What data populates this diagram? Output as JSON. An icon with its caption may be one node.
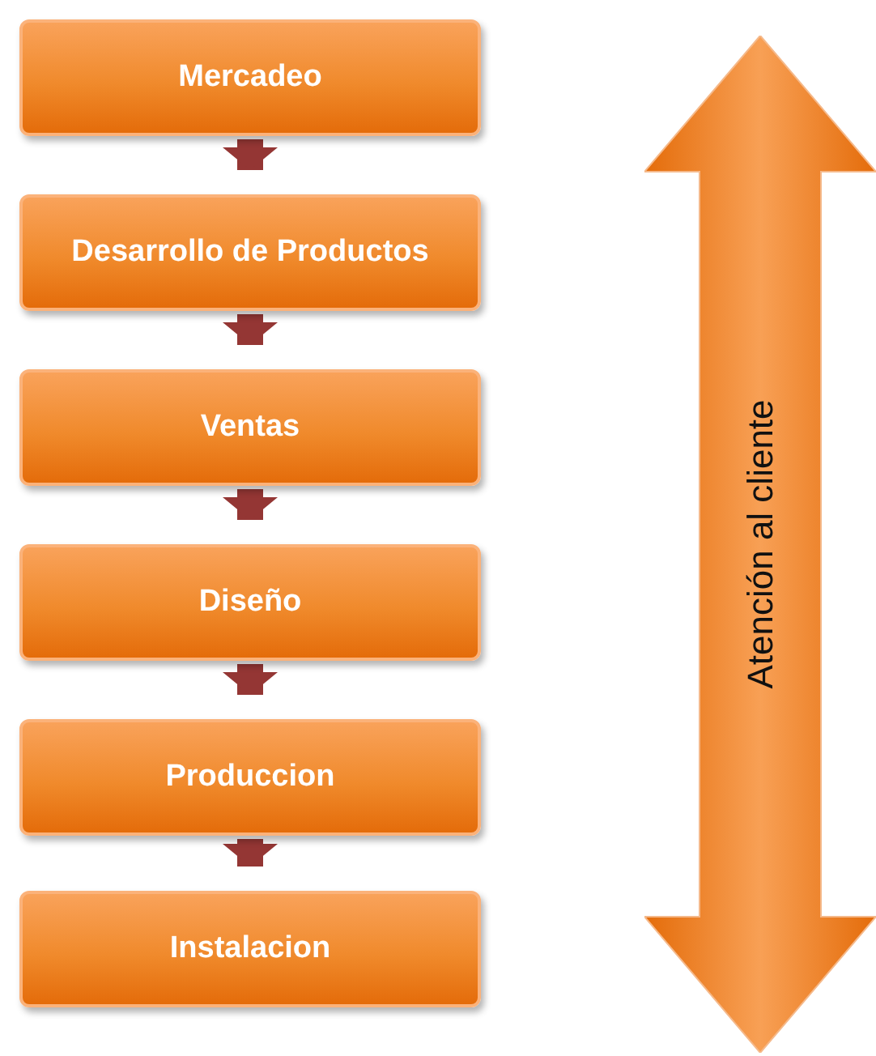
{
  "diagram": {
    "nodes": [
      {
        "text": [
          "Mercadeo"
        ]
      },
      {
        "text": [
          "Desarrollo de Productos"
        ]
      },
      {
        "text": [
          "Ventas"
        ]
      },
      {
        "text": [
          "Diseño"
        ]
      },
      {
        "text": [
          "Produccion"
        ]
      },
      {
        "text": [
          "Instalacion"
        ]
      },
      {
        "text": [
          "Atención al cliente"
        ]
      }
    ],
    "edges": [
      {
        "from": 0,
        "to": 1,
        "arrow": "to"
      },
      {
        "from": 1,
        "to": 2,
        "arrow": "to"
      },
      {
        "from": 2,
        "to": 3,
        "arrow": "to"
      },
      {
        "from": 3,
        "to": 4,
        "arrow": "to"
      },
      {
        "from": 4,
        "to": 5,
        "arrow": "to"
      }
    ]
  }
}
